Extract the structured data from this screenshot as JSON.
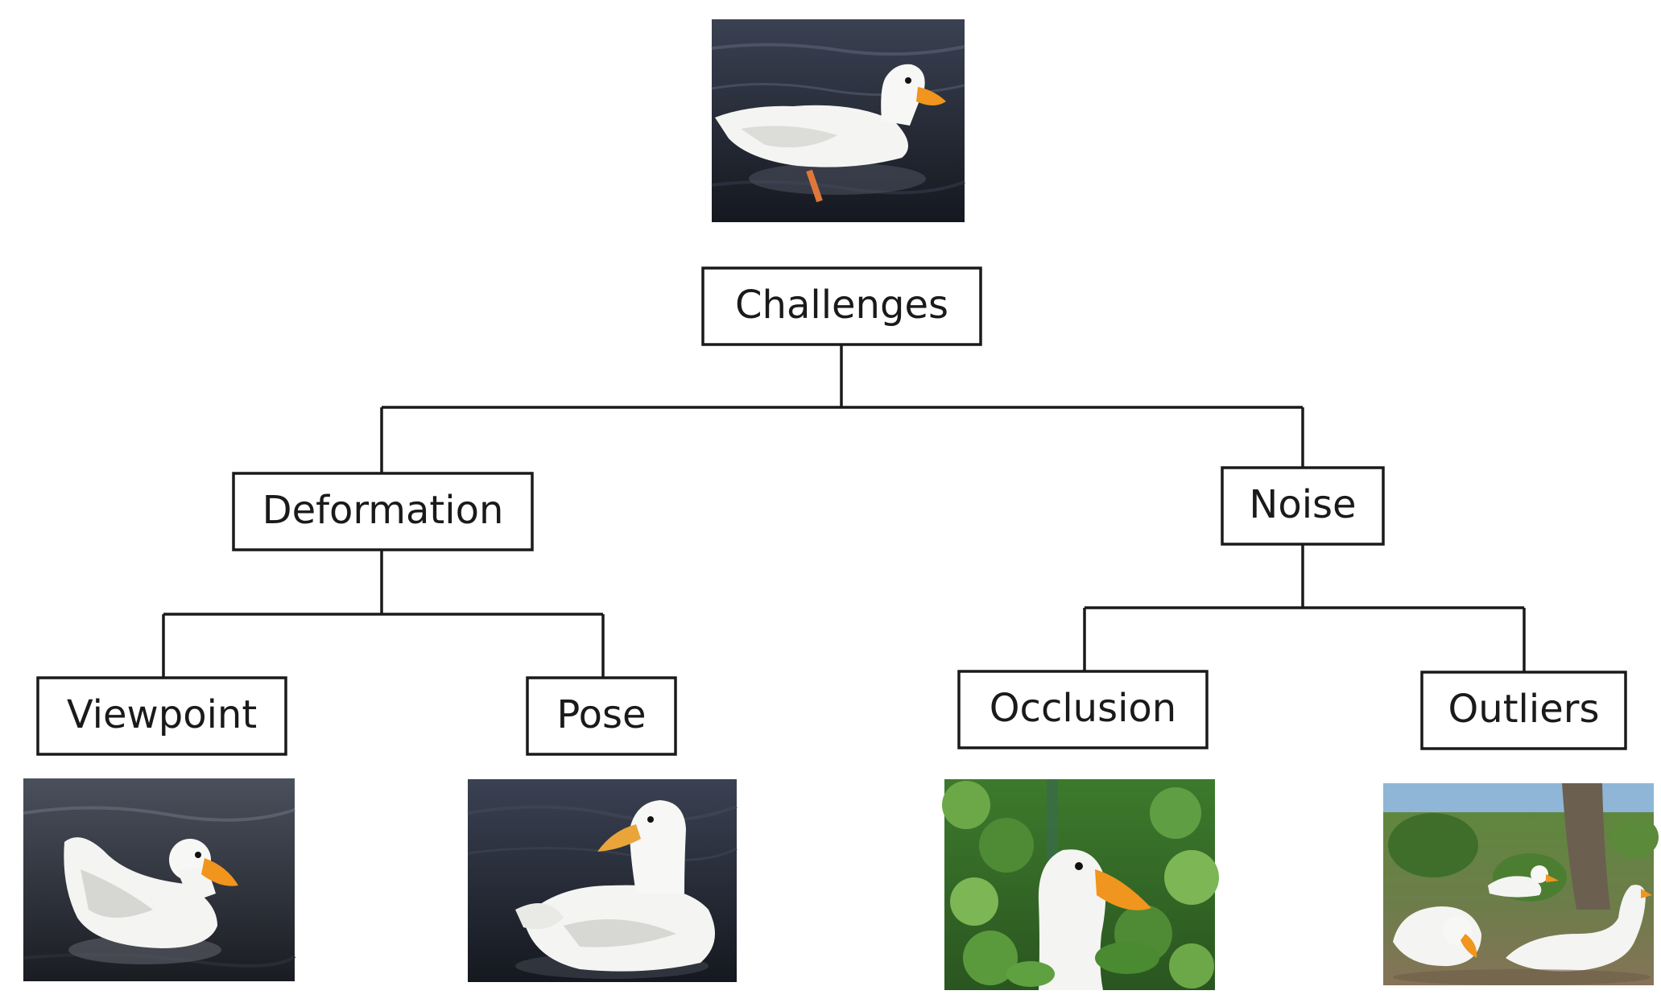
{
  "diagram": {
    "root": {
      "label": "Challenges"
    },
    "branches": [
      {
        "label": "Deformation",
        "children": [
          {
            "label": "Viewpoint"
          },
          {
            "label": "Pose"
          }
        ]
      },
      {
        "label": "Noise",
        "children": [
          {
            "label": "Occlusion"
          },
          {
            "label": "Outliers"
          }
        ]
      }
    ]
  },
  "colors": {
    "line": "#1a1a1a",
    "box_fill": "#ffffff",
    "water_dark": "#1d2230",
    "water_mid": "#343a4c",
    "duck_white": "#f4f4f2",
    "duck_shadow": "#cfd0cc",
    "beak": "#f0951e",
    "foliage_dark": "#2f5e22",
    "foliage_light": "#6da848",
    "ground": "#7f6f54",
    "bark": "#6b5f50"
  },
  "icons": {
    "photo_top": "duck-swimming-photo",
    "photo_viewpoint": "duck-swimming-angle-photo",
    "photo_pose": "duck-preening-photo",
    "photo_occlusion": "duck-behind-plants-photo",
    "photo_outliers": "ducks-under-tree-photo"
  }
}
